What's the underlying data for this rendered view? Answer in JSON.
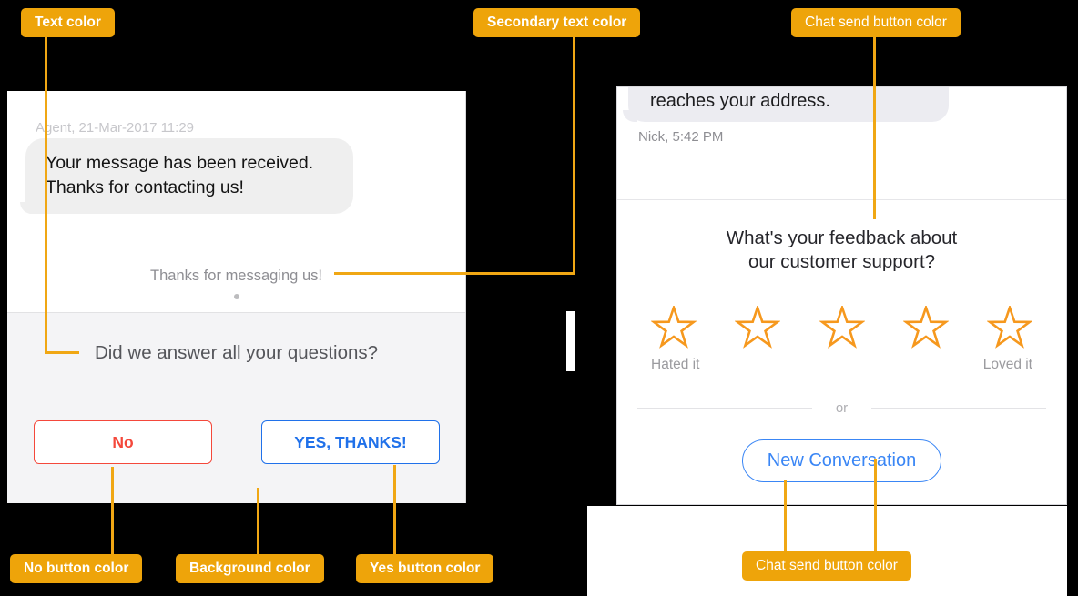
{
  "annotations": {
    "text_color": "Text color",
    "secondary_text_color": "Secondary text color",
    "chat_send_button_top": "Chat send button color",
    "no_button": "No button color",
    "background": "Background color",
    "yes_button": "Yes button color",
    "chat_send_button_bottom": "Chat send button color"
  },
  "left_chat": {
    "meta": "Agent, 21-Mar-2017 11:29",
    "message": "Your message has been received. Thanks for contacting us!",
    "secondary_text": "Thanks for messaging us!",
    "question": "Did we answer all your questions?",
    "no_button": "No",
    "yes_button": "YES, THANKS!"
  },
  "right_chat": {
    "message_fragment": "reaches your address.",
    "meta": "Nick, 5:42 PM",
    "question_line1": "What's your feedback about",
    "question_line2": "our customer support?",
    "rating": {
      "stars": 5,
      "low_label": "Hated it",
      "high_label": "Loved it"
    },
    "or_text": "or",
    "new_conversation_button": "New Conversation"
  },
  "colors": {
    "annotation": "#EEA40A",
    "connector": "#F0A714",
    "no_button": "#F4483B",
    "yes_button": "#2071EA",
    "send_button_blue": "#3A86F5",
    "star": "#F6981D",
    "panel_background": "#F4F4F6",
    "bubble_left": "#EFEFEF",
    "bubble_right": "#ECECF1",
    "secondary_text": "#8E8E93"
  }
}
